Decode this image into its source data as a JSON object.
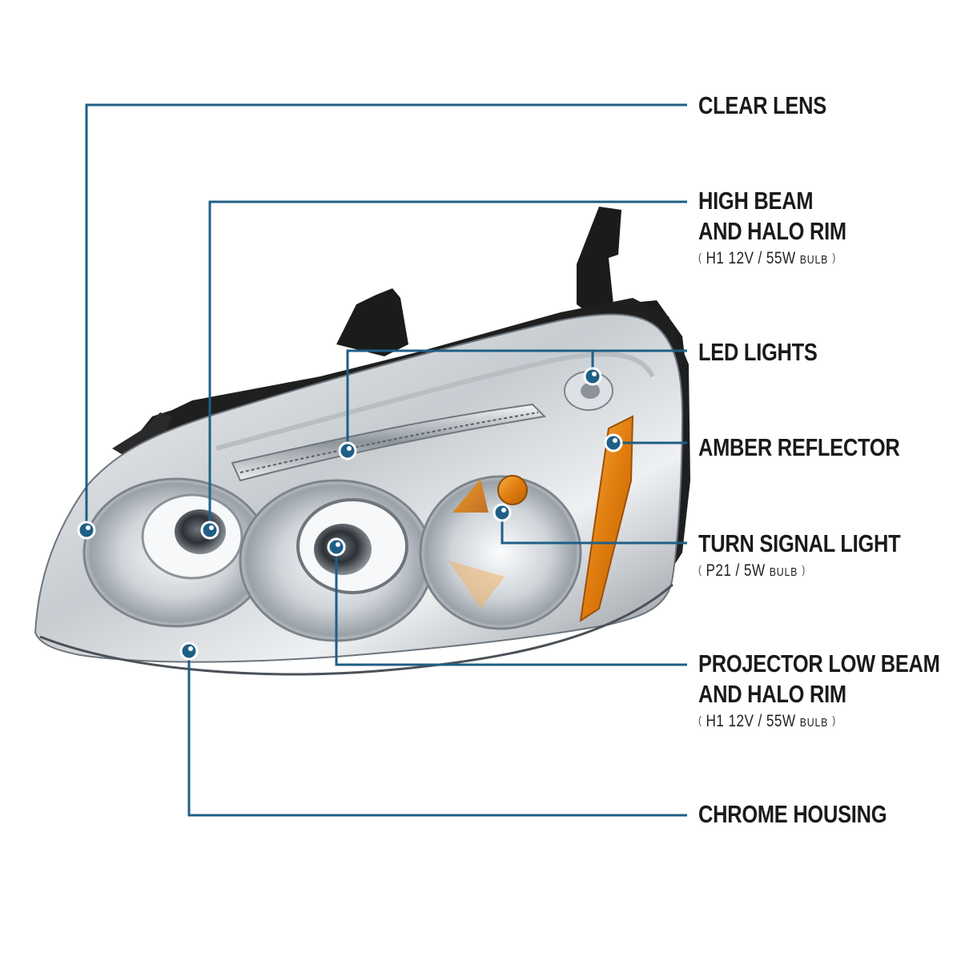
{
  "callouts": [
    {
      "id": "clear-lens",
      "label": "CLEAR LENS"
    },
    {
      "id": "high-beam",
      "label_line1": "HIGH BEAM",
      "label_line2": "AND HALO RIM",
      "spec_main": "H1  12V / 55W",
      "spec_unit": "BULB"
    },
    {
      "id": "led-lights",
      "label": "LED LIGHTS"
    },
    {
      "id": "amber-reflector",
      "label": "AMBER REFLECTOR"
    },
    {
      "id": "turn-signal",
      "label": "TURN SIGNAL LIGHT",
      "spec_main": "P21 / 5W",
      "spec_unit": "BULB"
    },
    {
      "id": "projector-low-beam",
      "label_line1": "PROJECTOR LOW BEAM",
      "label_line2": "AND HALO RIM",
      "spec_main": "H1  12V / 55W",
      "spec_unit": "BULB"
    },
    {
      "id": "chrome-housing",
      "label": "CHROME HOUSING"
    }
  ],
  "colors": {
    "leader_line": "#1f5f86",
    "dot_fill": "#1f5f86",
    "dot_ring": "#ffffff",
    "amber": "#e88a12",
    "chrome_dark": "#5a6066",
    "chrome_light": "#e9ecef",
    "housing_black": "#1b1b1b"
  }
}
